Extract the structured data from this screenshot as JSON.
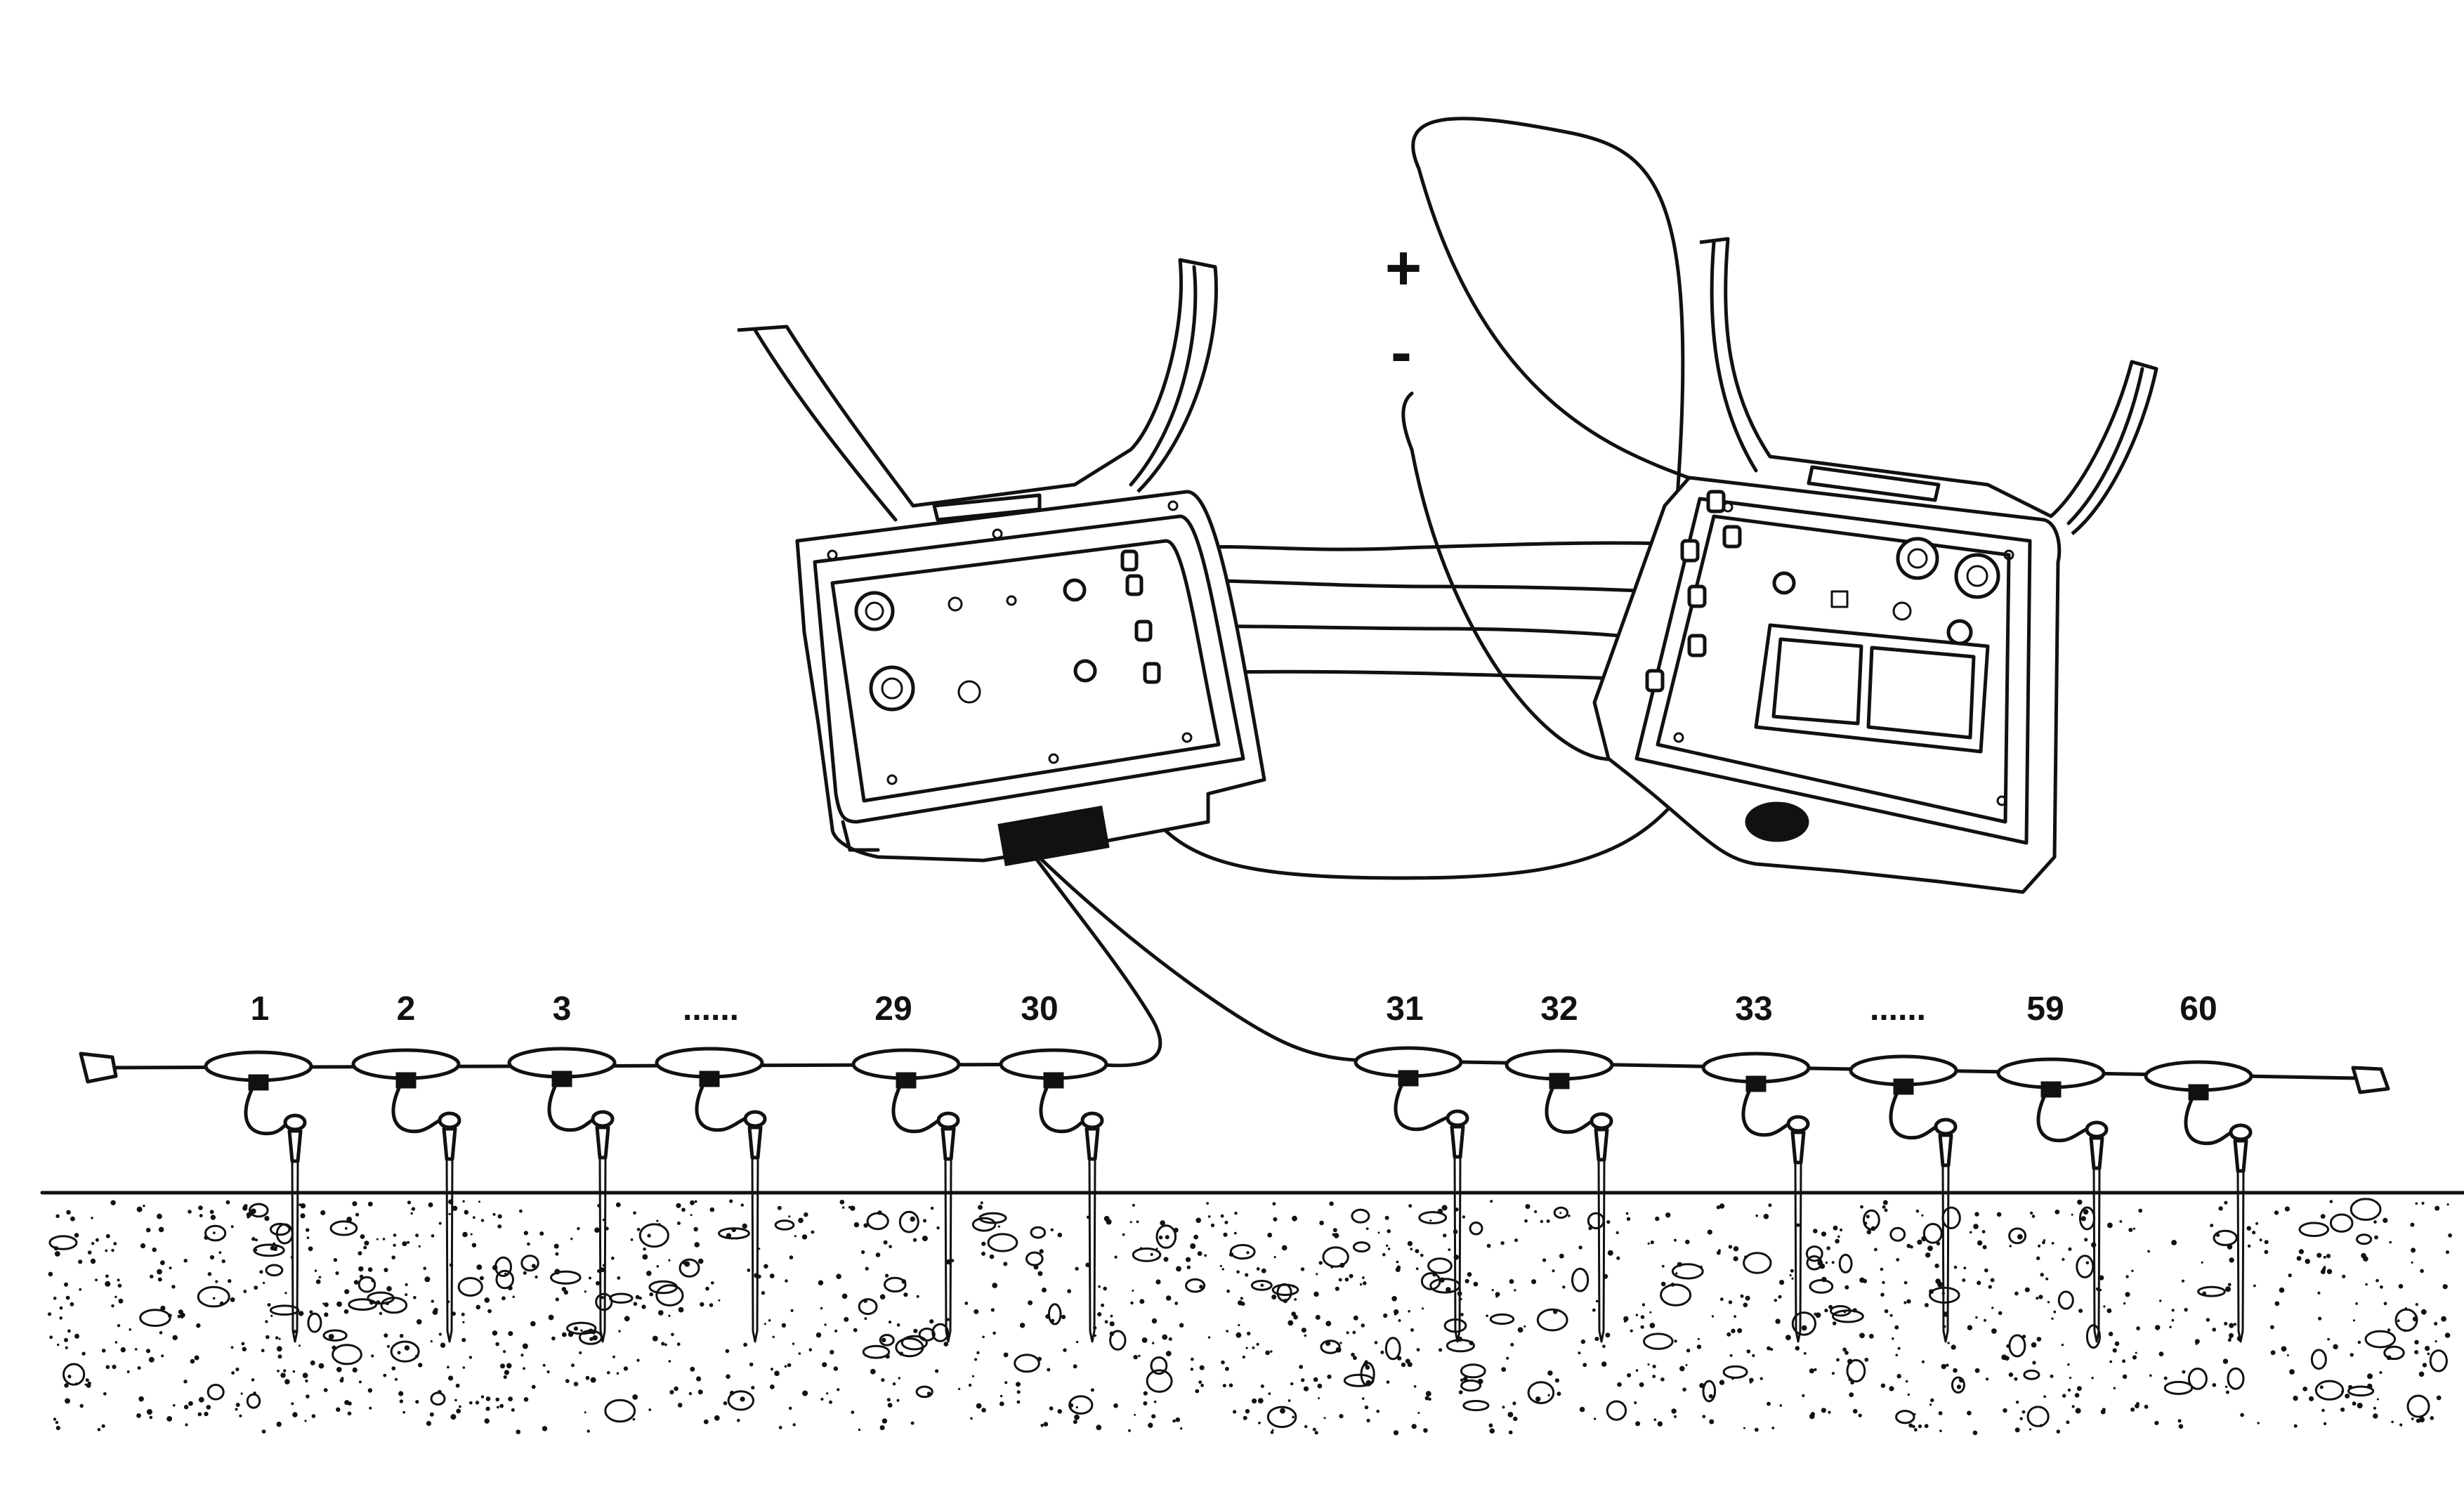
{
  "polarity": {
    "plus": "+",
    "minus": "-"
  },
  "electrodes": {
    "group1": [
      {
        "label": "1"
      },
      {
        "label": "2"
      },
      {
        "label": "3"
      },
      {
        "label": "......"
      },
      {
        "label": "29"
      },
      {
        "label": "30"
      }
    ],
    "group2": [
      {
        "label": "31"
      },
      {
        "label": "32"
      },
      {
        "label": "33"
      },
      {
        "label": "......"
      },
      {
        "label": "59"
      },
      {
        "label": "60"
      }
    ]
  },
  "colors": {
    "ink": "#111111",
    "paper": "#ffffff"
  },
  "icons": {
    "left_unit": "switch-box-case-icon",
    "right_unit": "resistivity-meter-case-icon",
    "electrode": "ground-stake-electrode-icon",
    "ground": "soil-cross-section-icon"
  }
}
